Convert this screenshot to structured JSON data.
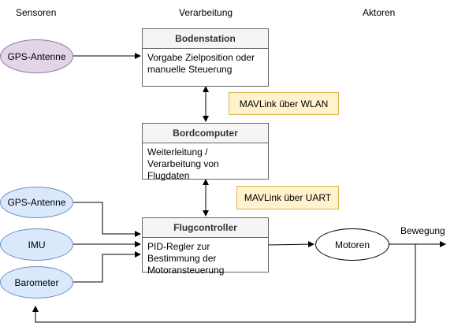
{
  "columns": {
    "sensors": "Sensoren",
    "processing": "Verarbeitung",
    "actuators": "Aktoren"
  },
  "bodenstation": {
    "title": "Bodenstation",
    "body": "Vorgabe Zielposition oder manuelle Steuerung"
  },
  "bordcomputer": {
    "title": "Bordcomputer",
    "body": "Weiterleitung / Verarbeitung von Flugdaten"
  },
  "flugcontroller": {
    "title": "Flugcontroller",
    "body": "PID-Regler zur Bestimmung der Motoransteuerung"
  },
  "sensors": {
    "gps_top": "GPS-Antenne",
    "gps_bottom": "GPS-Antenne",
    "imu": "IMU",
    "barometer": "Barometer"
  },
  "motoren": "Motoren",
  "bewegung": "Bewegung",
  "notes": {
    "wlan": "MAVLink über WLAN",
    "uart": "MAVLink über UART"
  },
  "colors": {
    "purple_fill": "#e1d5e7",
    "purple_stroke": "#9673a6",
    "blue_fill": "#dae8fc",
    "blue_stroke": "#6c8ebf",
    "note_fill": "#fff2cc",
    "note_stroke": "#d6b656",
    "box_header": "#f5f5f5",
    "box_stroke": "#666666"
  }
}
